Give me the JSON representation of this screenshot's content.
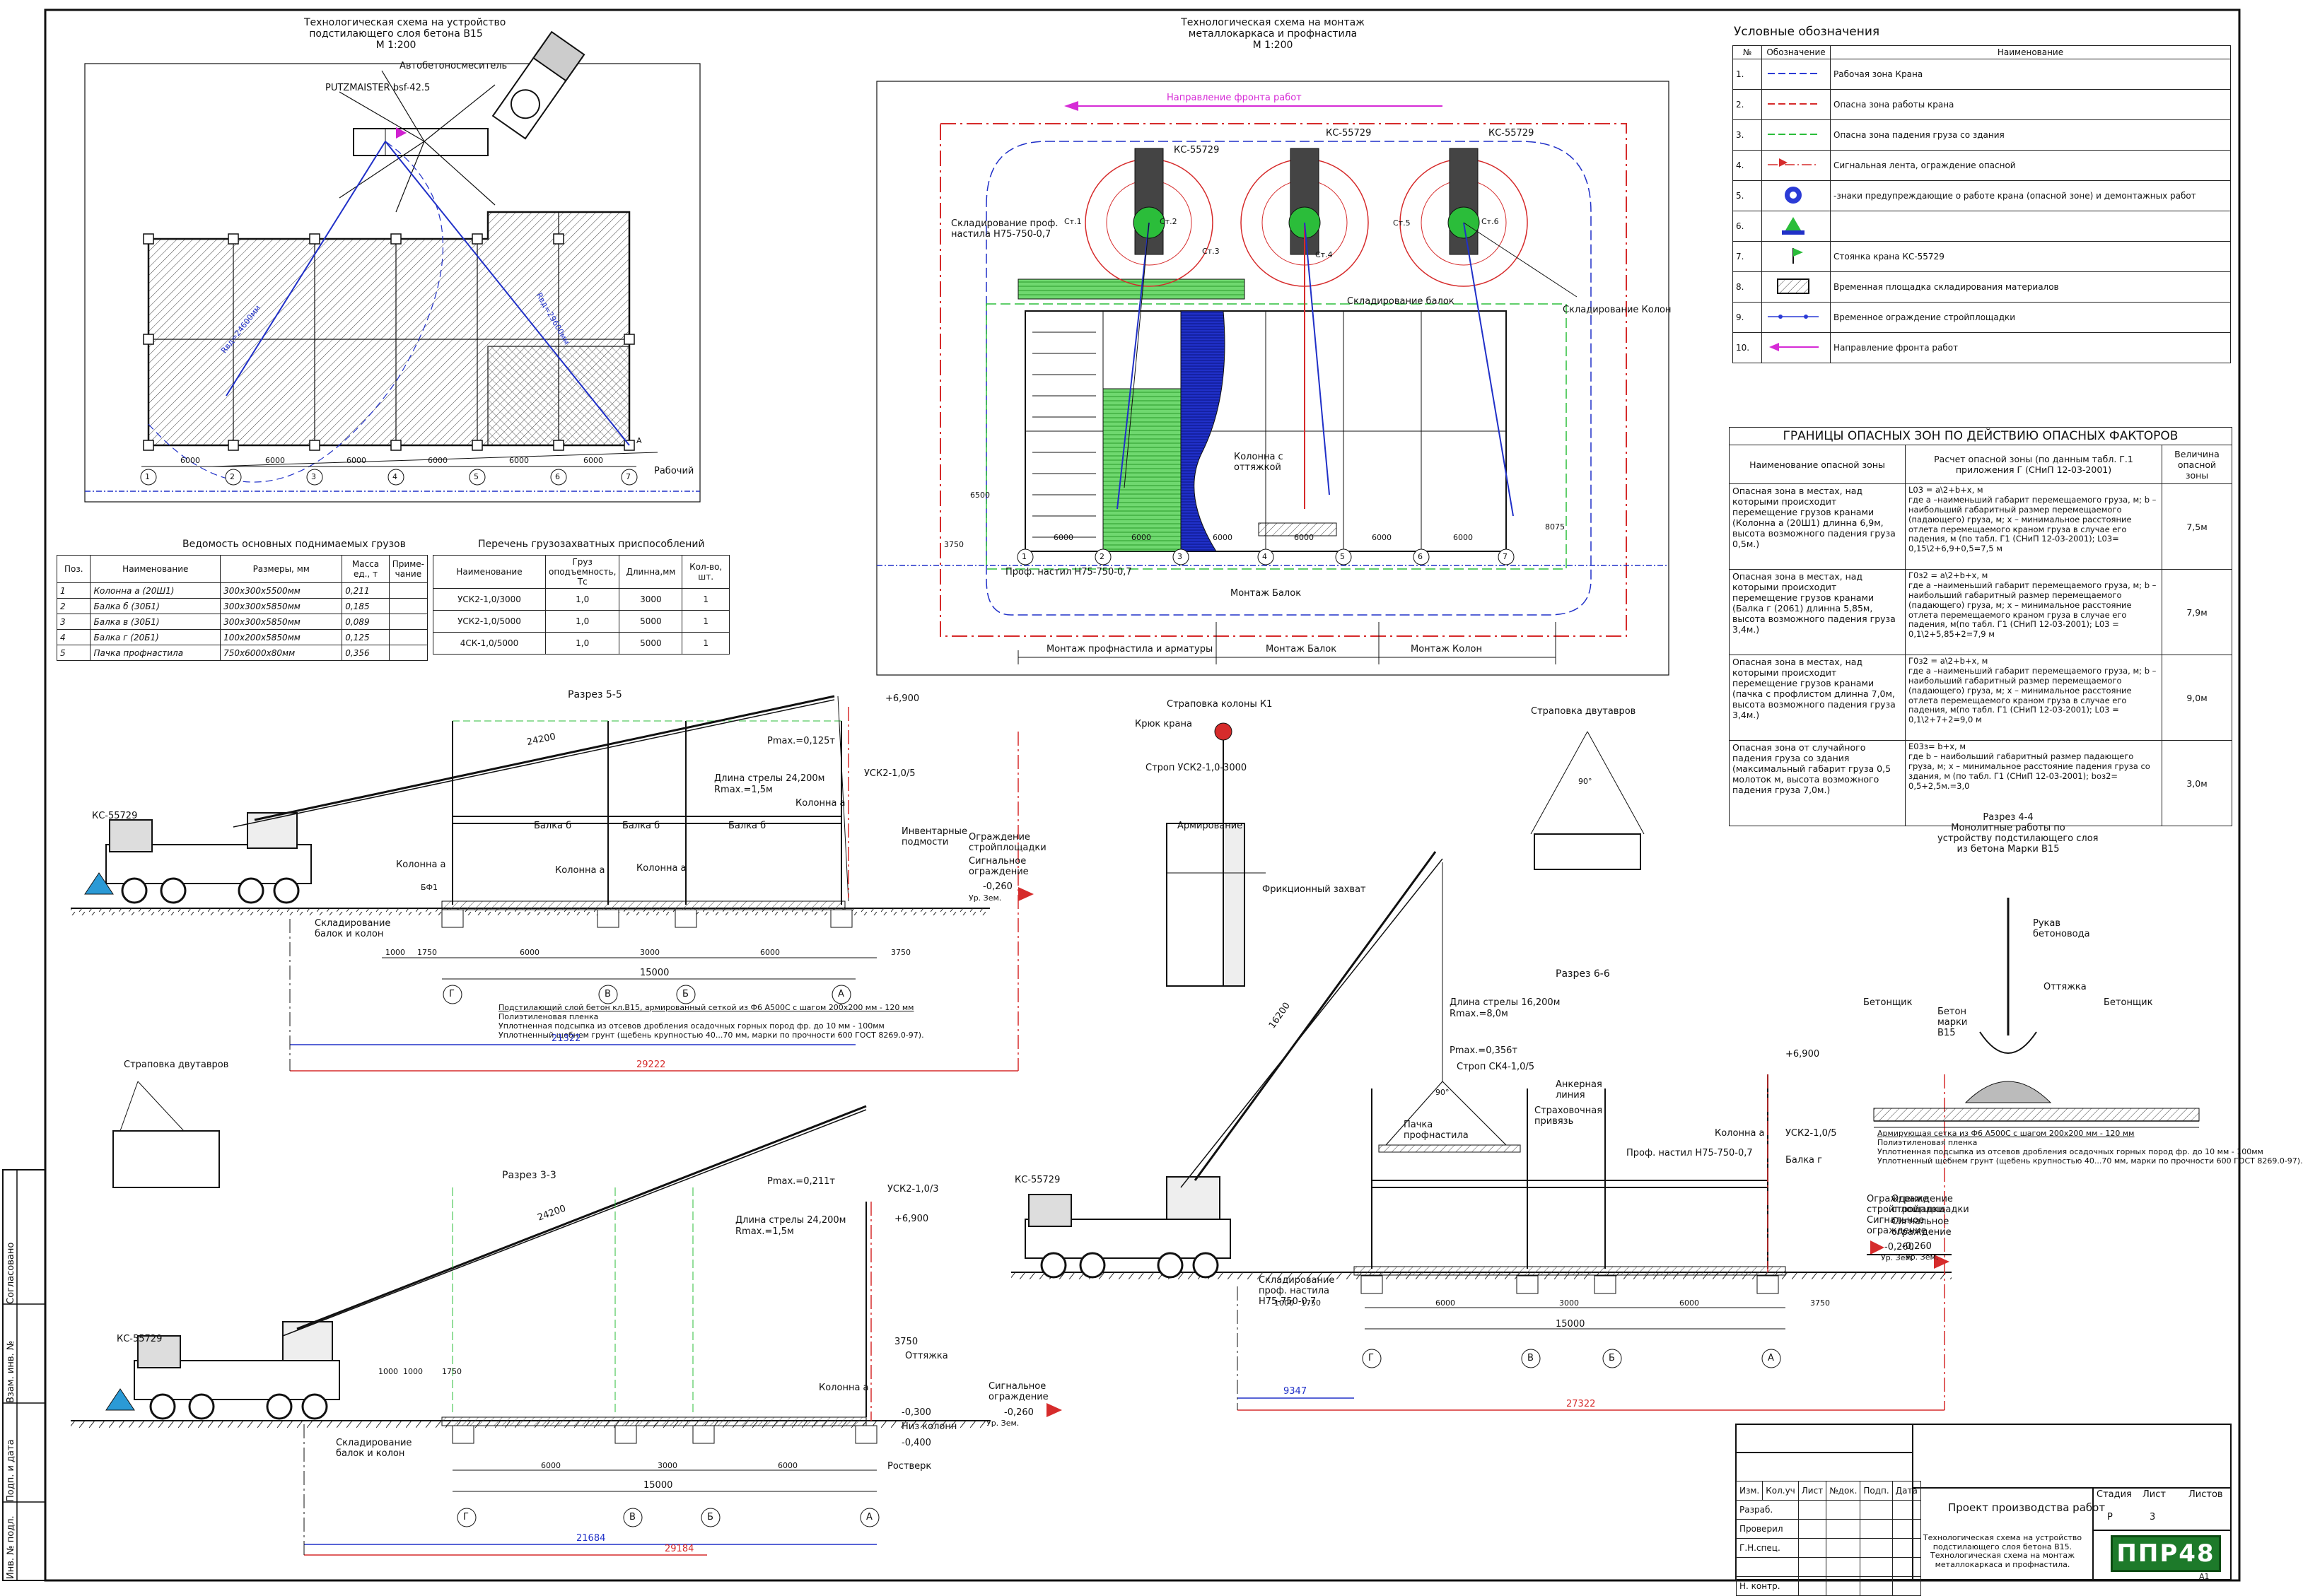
{
  "plan1": {
    "title": [
      "Технологическая схема на устройство",
      "подстилающего слоя бетона В15",
      "М 1:200"
    ],
    "labels": {
      "mixer": "Автобетоносмеситель",
      "pump": "PUTZMAISTER bsf-42.5",
      "axis": "А",
      "work": "Рабочий",
      "r1": "Rвд=24600мм",
      "r2": "Rвд=29600мм"
    },
    "axes": [
      "1",
      "2",
      "3",
      "4",
      "5",
      "6",
      "7"
    ],
    "spans": [
      "6000",
      "6000",
      "6000",
      "6000",
      "6000",
      "6000"
    ]
  },
  "plan2": {
    "title": [
      "Технологическая схема на монтаж",
      "металлокаркаса и профнастила",
      "М 1:200"
    ],
    "labels": {
      "front": "Направление фронта работ",
      "crane1": "КС-55729",
      "crane2": "КС-55729",
      "crane3": "КС-55729",
      "store_prof": "Складирование проф.",
      "store_prof2": "настила Н75-750-0,7",
      "store_balok": "Складирование балок",
      "store_kolon": "Складирование Колон",
      "bay1": "Монтаж профнастила и арматуры",
      "bay2": "Монтаж Балок",
      "bay3": "Монтаж Колон",
      "prof": "Проф. настил Н75-750-0,7",
      "column": "Колонна с оттяжкой",
      "balki": "Монтаж Балок"
    },
    "stations": [
      "Ст.1",
      "Ст.2",
      "Ст.3",
      "Ст.4",
      "Ст.5",
      "Ст.6"
    ],
    "axes": [
      "1",
      "2",
      "3",
      "4",
      "5",
      "6",
      "7"
    ],
    "dims": [
      "6000",
      "6000",
      "6000",
      "6000",
      "6000",
      "6000",
      "6500",
      "3750",
      "8075"
    ]
  },
  "legend": {
    "title": "Условные обозначения",
    "headers": [
      "№",
      "Обозначение",
      "Наименование"
    ],
    "rows": [
      {
        "n": "1.",
        "name": "Рабочая зона Крана",
        "color": "#2b3bd6",
        "style": "dash"
      },
      {
        "n": "2.",
        "name": "Опасна зона работы крана",
        "color": "#d62b2b",
        "style": "dash"
      },
      {
        "n": "3.",
        "name": "Опасна зона падения груза со здания",
        "color": "#2bbd3a",
        "style": "dash"
      },
      {
        "n": "4.",
        "name": "Сигнальная лента, ограждение опасной",
        "color": "#d62b2b",
        "style": "flag"
      },
      {
        "n": "5.",
        "name": "-знаки предупреждающие о работе крана (опасной зоне) и демонтажных работ",
        "color": "#2b3bd6",
        "style": "sign"
      },
      {
        "n": "6.",
        "name": "",
        "color": "#2bbd3a",
        "style": "sign2"
      },
      {
        "n": "7.",
        "name": "Стоянка крана КС-55729",
        "color": "#2bbd3a",
        "style": "flag2"
      },
      {
        "n": "8.",
        "name": "Временная площадка складирования материалов",
        "color": "#555555",
        "style": "hatch"
      },
      {
        "n": "9.",
        "name": "Временное ограждение стройплощадки",
        "color": "#2b3bd6",
        "style": "dots"
      },
      {
        "n": "10.",
        "name": "Направление фронта работ",
        "color": "#d62bd6",
        "style": "arrow"
      }
    ]
  },
  "danger": {
    "title": "ГРАНИЦЫ ОПАСНЫХ ЗОН ПО ДЕЙСТВИЮ ОПАСНЫХ ФАКТОРОВ",
    "headers": [
      "Наименование опасной зоны",
      "Расчет опасной зоны (по данным табл. Г.1 приложения Г (СНиП 12-03-2001)",
      "Величина опасной зоны"
    ],
    "rows": [
      {
        "name": "Опасная зона в местах, над которыми происходит перемещение грузов кранами (Колонна а (20Ш1) длинна 6,9м, высота возможного падения груза 0,5м.)",
        "calc": "L03 = a\\2+b+x, м\nгде а –наименьший габарит перемещаемого груза, м; b – наибольший габаритный размер перемещаемого (падающего) груза, м; x – минимальное расстояние отлета перемещаемого краном груза в случае его падения, м (по табл. Г1 (СНиП 12-03-2001); L03= 0,15\\2+6,9+0,5=7,5 м",
        "value": "7,5м"
      },
      {
        "name": "Опасная зона в местах, над которыми происходит перемещение грузов кранами (Балка г (2061) длинна 5,85м, высота возможного падения груза 3,4м.)",
        "calc": "Г0з2 = a\\2+b+x, м\nгде а –наименьший габарит перемещаемого груза, м; b – наибольший габаритный размер перемещаемого (падающего) груза, м; x – минимальное расстояние отлета перемещаемого краном груза в случае его падения, м(по табл. Г1 (СНиП 12-03-2001); L03 = 0,1\\2+5,85+2=7,9 м",
        "value": "7,9м"
      },
      {
        "name": "Опасная зона в местах, над которыми происходит перемещение грузов кранами (пачка с профлистом длинна 7,0м, высота возможного падения груза 3,4м.)",
        "calc": "Г0з2 = a\\2+b+x, м\nгде а –наименьший габарит перемещаемого груза, м; b – наибольший габаритный размер перемещаемого (падающего) груза, м; x – минимальное расстояние отлета перемещаемого краном груза в случае его падения, м(по табл. Г1 (СНиП 12-03-2001); L03 = 0,1\\2+7+2=9,0 м",
        "value": "9,0м"
      },
      {
        "name": "Опасная зона от случайного падения груза со здания (максимальный габарит груза 0,5 молоток м, высота возможного падения груза 7,0м.)",
        "calc": "E03з= b+x, м\nгде b – наибольший габаритный размер падающего груза, м; x – минимальное расстояние падения груза со здания, м (по табл. Г1 (СНиП 12-03-2001); bоз2= 0,5+2,5м.=3,0",
        "value": "3,0м"
      }
    ]
  },
  "lifts": {
    "title": "Ведомость основных поднимаемых грузов",
    "headers": [
      "Поз.",
      "Наименование",
      "Размеры, мм",
      "Масса ед., т",
      "Приме- чание"
    ],
    "rows": [
      [
        "1",
        "Колонна а (20Ш1)",
        "300х300х5500мм",
        "0,211",
        ""
      ],
      [
        "2",
        "Балка б (30Б1)",
        "300х300х5850мм",
        "0,185",
        ""
      ],
      [
        "3",
        "Балка в (30Б1)",
        "300х300х5850мм",
        "0,089",
        ""
      ],
      [
        "4",
        "Балка г (20Б1)",
        "100х200х5850мм",
        "0,125",
        ""
      ],
      [
        "5",
        "Пачка профнастила",
        "750х6000х80мм",
        "0,356",
        ""
      ]
    ]
  },
  "slings": {
    "title": "Перечень грузозахватных приспособлений",
    "headers": [
      "Наименование",
      "Груз оподъемность, Тс",
      "Длинна,мм",
      "Кол-во, шт."
    ],
    "rows": [
      [
        "УСК2-1,0/3000",
        "1,0",
        "3000",
        "1"
      ],
      [
        "УСК2-1,0/5000",
        "1,0",
        "5000",
        "1"
      ],
      [
        "4СК-1,0/5000",
        "1,0",
        "5000",
        "1"
      ]
    ]
  },
  "sec55": {
    "title": "Разрез 5-5",
    "labels": {
      "crane": "КС-55729",
      "boom": "24200",
      "pmax": "Pmax.=0,125т",
      "len": "Длина стрелы 24,200м",
      "rmax": "Rmax.=1,5м",
      "sling": "УСК2-1,0/5",
      "col_a": "Колонна а",
      "balka1": "Балка б",
      "balka2": "Балка б",
      "balka3": "Балка б",
      "col1": "Колонна а",
      "col2": "Колонна а",
      "col3": "Колонна а",
      "inv": "Инвентарные подмости",
      "fence": "Ограждение стройплощадки",
      "signal": "Сигнальное ограждение",
      "lvl": "+6,900",
      "lvl2": "-0,260",
      "ground": "Ур. Зем.",
      "bf": "БФ1",
      "store": "Складирование балок и колон",
      "note1": "Подстилающий слой бетон кл.В15, армированный сеткой из Ф6 А500С с шагом 200х200 мм - 120 мм",
      "note2": "Полиэтиленовая пленка",
      "note3": "Уплотненная подсыпка из отсевов дробления осадочных горных пород фр. до 10 мм - 100мм",
      "note4": "Уплотненный щебнем грунт (щебень крупностью 40...70 мм, марки по прочности 600 ГОСТ 8269.0-97).",
      "d1": "21322",
      "d2": "29222",
      "d3": "15000"
    },
    "axes": [
      "Г",
      "В",
      "Б",
      "А"
    ],
    "dims": [
      "1000",
      "1750",
      "6000",
      "3000",
      "6000",
      "3750"
    ]
  },
  "sec33": {
    "title": "Разрез 3-3",
    "labels": {
      "crane": "КС-55729",
      "boom": "24200",
      "pmax": "Pmax.=0,211т",
      "len": "Длина стрелы 24,200м",
      "rmax": "Rmax.=1,5м",
      "sling": "УСК2-1,0/3",
      "lvl": "+6,900",
      "lvl2": "-0,260",
      "lvl3": "-0,300",
      "lvl4": "-0,400",
      "ground": "Ур. Зем.",
      "col": "Колонна а",
      "otv": "Оттяжка",
      "signal": "Сигнальное ограждение",
      "store": "Складирование балок и колон",
      "base": "Низ колонн",
      "rost": "Ростверк",
      "d1": "21684",
      "d2": "29184",
      "d3": "15000",
      "d4": "3750"
    },
    "axes": [
      "Г",
      "В",
      "Б",
      "А"
    ],
    "dims": [
      "1000",
      "1000",
      "1750",
      "6000",
      "3000",
      "6000"
    ]
  },
  "sec66": {
    "title": "Разрез 6-6",
    "labels": {
      "crane": "КС-55729",
      "boom": "16200",
      "len": "Длина стрелы 16,200м",
      "rmax": "Rmax.=8,0м",
      "pmax": "Pmax.=0,356т",
      "sling": "Строп СК4-1,0/5",
      "ank": "Анкерная линия",
      "strah": "Страховочная привязь",
      "pack": "Пачка профнастила",
      "prof": "Проф. настил Н75-750-0,7",
      "col": "Колонна а",
      "sling2": "УСК2-1,0/5",
      "balka": "Балка г",
      "lvl": "+6,900",
      "lvl2": "-0,260",
      "ground": "Ур. Зем.",
      "store": "Складирование проф. настила Н75-750-0,7",
      "fence": "Ограждение стройплощадки",
      "signal": "Сигнальное ограждение",
      "angle": "90°",
      "d1": "9347",
      "d2": "27322",
      "d3": "15000"
    },
    "axes": [
      "Г",
      "В",
      "Б",
      "А"
    ],
    "dims": [
      "1000",
      "1750",
      "6000",
      "3000",
      "6000",
      "3750"
    ]
  },
  "k1": {
    "title": "Страповка колоны К1",
    "hook": "Крюк крана",
    "sling": "Строп УСК2-1,0-3000",
    "arm": "Армирование",
    "grip": "Фрикционный захват"
  },
  "dvut": {
    "title1": "Страповка двутавров",
    "title2": "Страповка двутавров",
    "angle": "90°"
  },
  "sec44": {
    "title": [
      "Разрез 4-4",
      "Монолитные работы по",
      "устройству подстилающего слоя",
      "из бетона Марки В15"
    ],
    "labels": {
      "hose": "Рукав бетоновода",
      "otv": "Оттяжка",
      "w1": "Бетонщик",
      "w2": "Бетонщик",
      "concrete": "Бетон марки В15",
      "n1": "Армирующая сетка из Ф6 А500С с шагом 200х200 мм - 120 мм",
      "n2": "Полиэтиленовая пленка",
      "n3": "Уплотненная подсыпка из отсевов дробления осадочных горных пород фр. до 10 мм - 100мм",
      "n4": "Уплотненный щебнем грунт (щебень крупностью 40...70 мм, марки по прочности 600 ГОСТ 8269.0-97).",
      "fence": "Ограждение стройплощадки",
      "signal": "Сигнальное ограждение",
      "lvl": "-0,260",
      "ground": "Ур. Зем."
    }
  },
  "stamp": {
    "cols": [
      "Изм.",
      "Кол.уч",
      "Лист",
      "№док.",
      "Подп.",
      "Дата"
    ],
    "roles": [
      "Разраб.",
      "Проверил",
      "Г.Н.спец.",
      "",
      "Н. контр."
    ],
    "project": "Проект производства работ",
    "stage_h": "Стадия",
    "sheet_h": "Лист",
    "sheets_h": "Листов",
    "stage": "Р",
    "sheet": "3",
    "desc": "Технологическая схема на устройство подстилающего слоя бетона В15. Технологическая схема на монтаж металлокаркаса и профнастила.",
    "logo": "ППР48",
    "format": "А1"
  },
  "side": [
    "Согласовано",
    "Взам. инв. №",
    "Подп. и дата",
    "Инв. № подл."
  ]
}
